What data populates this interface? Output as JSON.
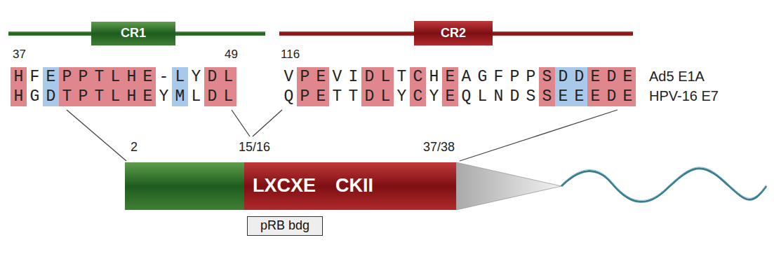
{
  "diagram": {
    "nodes": [
      {
        "text": [
          "CR1"
        ]
      },
      {
        "text": [
          "CR2"
        ]
      },
      {
        "text": [
          "LXCXE",
          "CKII"
        ]
      },
      {
        "text": [
          "pRB bdg"
        ]
      }
    ],
    "labels": [
      "37",
      "49",
      "116",
      "HFEPPTLHE-LYDL",
      "VPEVIDLTCHEAGFPPSDDEDE",
      "Ad5 E1A",
      "HGDTPTLHEYMLDL",
      "QPETTDLYCYEQLNDSSEEEDE",
      "HPV-16 E7",
      "2",
      "15/16",
      "37/38"
    ]
  }
}
